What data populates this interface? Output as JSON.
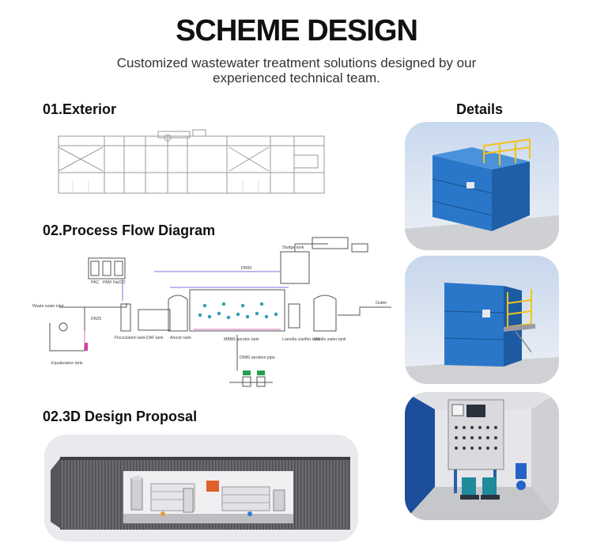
{
  "page": {
    "title": "SCHEME DESIGN",
    "subtitle": "Customized wastewater treatment solutions designed by our experienced technical team."
  },
  "sections": {
    "exterior": "01.Exterior",
    "process": "02.Process Flow Diagram",
    "design3d": "02.3D Design Proposal",
    "details": "Details"
  },
  "diagram_labels": {
    "waste_water_inlet": "Waste water inlet",
    "equalization_tank": "Equalization tank",
    "dn25": "DN25",
    "flocculation_tank": "Flocculation tank",
    "daf_tank": "DAF tank",
    "anoxic_tank": "Anoxic tank",
    "mbbr_aerobic_tank": "MBBR aerobic tank",
    "dn80_aeration_pipe": "DN80 aeration pipe",
    "lamella_clarifier_tank": "Lamella clarifier tank",
    "middle_water_tank": "Middle water tank",
    "outlet": "Outlet",
    "sludge_tank": "Sludge tank",
    "pac": "PAC",
    "pam": "PAM",
    "naclo": "NaClO",
    "dn50": "DN50"
  }
}
